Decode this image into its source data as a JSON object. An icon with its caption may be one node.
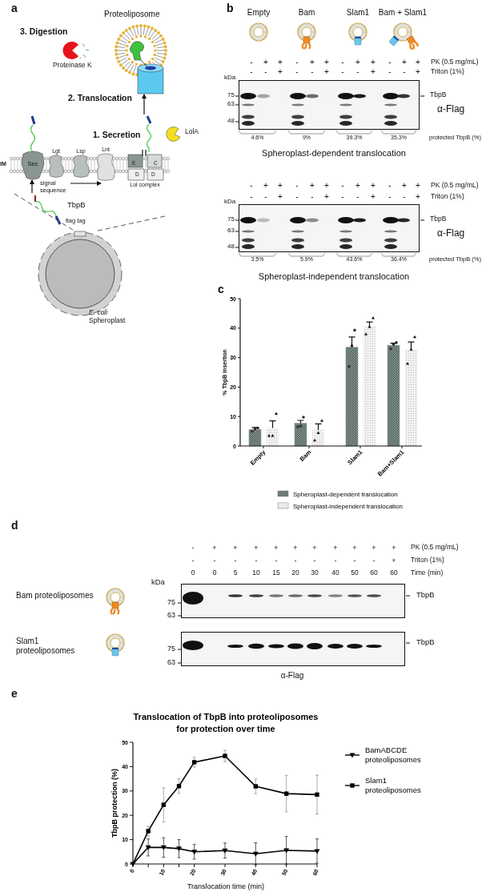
{
  "diagram": {
    "nodes": [
      {
        "text": [
          "Proteoliposome"
        ]
      },
      {
        "text": [
          "Proteinase K"
        ]
      },
      {
        "text": [
          "Sec"
        ]
      },
      {
        "text": [
          "Lgt"
        ]
      },
      {
        "text": [
          "Lsp"
        ]
      },
      {
        "text": [
          "Lnt"
        ]
      },
      {
        "text": [
          "E",
          "C",
          "D",
          "D"
        ],
        "beside": [
          "Lol complex"
        ]
      },
      {
        "text": [
          "LolA"
        ]
      },
      {
        "text": [
          "*E. coli* Spheroplast"
        ]
      }
    ],
    "edges": [
      {
        "from": 6,
        "to": 0,
        "arrow": "to",
        "label": "2. Translocation"
      },
      {
        "from": null,
        "to": 2,
        "arrow": "to"
      }
    ],
    "labels": [
      "a",
      "3. Digestion",
      "1. Secretion",
      "IM",
      "signal sequence",
      "TbpB",
      "flag tag",
      "b",
      "Empty",
      "Bam",
      "Slam1",
      "Bam + Slam1",
      "-",
      "+",
      "+",
      "-",
      "+",
      "+",
      "-",
      "+",
      "+",
      "-",
      "+",
      "+",
      "PK (0.5 mg/mL)",
      "-",
      "-",
      "+",
      "-",
      "-",
      "+",
      "-",
      "-",
      "+",
      "-",
      "-",
      "+",
      "Triton (1%)",
      "kDa",
      "75",
      "63",
      "48",
      "TbpB",
      "α-Flag",
      "4.6%",
      "9%",
      "39.3%",
      "35.3%",
      "protected TbpB (%)",
      "Spheroplast-dependent translocation",
      "-",
      "+",
      "+",
      "-",
      "+",
      "+",
      "-",
      "+",
      "+",
      "-",
      "+",
      "+",
      "PK (0.5 mg/mL)",
      "-",
      "-",
      "+",
      "-",
      "-",
      "+",
      "-",
      "-",
      "+",
      "-",
      "-",
      "+",
      "Triton (1%)",
      "kDa",
      "75",
      "63",
      "48",
      "TbpB",
      "α-Flag",
      "3.5%",
      "5.9%",
      "43.6%",
      "36.4%",
      "protected TbpB (%)",
      "Spheroplast-independent translocation",
      "c",
      "d",
      "-",
      "+",
      "+",
      "+",
      "+",
      "+",
      "+",
      "+",
      "+",
      "+",
      "+",
      "PK (0.5 mg/mL)",
      "-",
      "-",
      "-",
      "-",
      "-",
      "-",
      "-",
      "-",
      "-",
      "-",
      "+",
      "Triton (1%)",
      "0",
      "0",
      "5",
      "10",
      "15",
      "20",
      "30",
      "40",
      "50",
      "60",
      "60",
      "Time (min)",
      "kDa",
      "Bam proteoliposomes",
      "75",
      "63",
      "TbpB",
      "Slam1 proteoliposomes",
      "75",
      "63",
      "TbpB",
      "α-Flag",
      "e"
    ],
    "chart_data": [
      {
        "type": "bar",
        "ylabel": "% TbpB insertion",
        "categories": [
          "Empty",
          "Bam",
          "Slam1",
          "Bam+Slam1"
        ],
        "series": [
          {
            "name": "Spheroplast-dependent translocation",
            "color": "#8c9c96",
            "values": [
              5.6,
              7.7,
              33.5,
              34.2
            ],
            "errors": [
              0.7,
              1,
              3.5,
              0.7
            ]
          },
          {
            "name": "Spheroplast-independent translocation",
            "color": "#f2f2f2",
            "values": [
              6.1,
              5.5,
              40.5,
              32.6
            ],
            "errors": [
              2.4,
              2,
              1.6,
              2.7
            ]
          }
        ],
        "ylim": [
          0,
          50
        ],
        "yticks": [
          0,
          10,
          20,
          30,
          40,
          50
        ],
        "legend": true
      },
      {
        "type": "line",
        "title": "Translocation of TbpB into proteoliposomes for protection over time",
        "xlabel": "Translocation time (min)",
        "ylabel": "TbpB protection (%)",
        "x": [
          0,
          5,
          10,
          15,
          20,
          30,
          40,
          50,
          60
        ],
        "series": [
          {
            "name": "BamABCDE proteoliposomes",
            "color": "#000000",
            "marker": "triangle",
            "values": [
              0,
              6.8,
              6.8,
              6.3,
              5,
              5.5,
              4.2,
              5.6,
              5.3
            ],
            "errors": [
              0,
              3.5,
              4,
              3.7,
              3,
              3.1,
              4.5,
              5.7,
              5
            ]
          },
          {
            "name": "Slam1 proteoliposomes",
            "color": "#000000",
            "marker": "square",
            "values": [
              0,
              13.5,
              24.3,
              32,
              41.8,
              44.4,
              31.9,
              28.9,
              28.5
            ],
            "errors": [
              0,
              2,
              7,
              3,
              2,
              2.3,
              3,
              7.5,
              8
            ]
          }
        ],
        "xlim": [
          0,
          60
        ],
        "ylim": [
          0,
          50
        ],
        "xticks": [
          0,
          10,
          20,
          30,
          40,
          50,
          60
        ],
        "yticks": [
          0,
          10,
          20,
          30,
          40,
          50
        ],
        "legend": true
      }
    ]
  }
}
